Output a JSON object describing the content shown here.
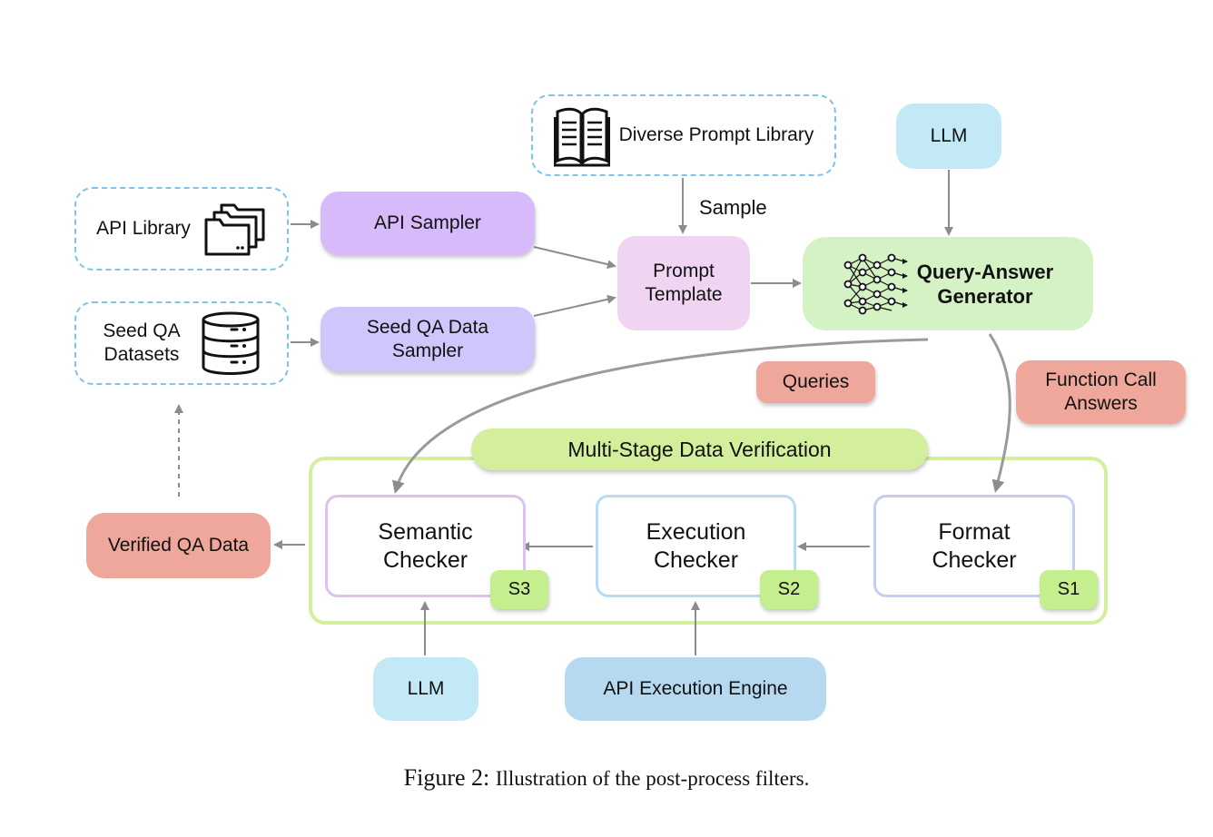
{
  "diagram": {
    "api_library": {
      "label": "API Library",
      "icon": "folders-icon"
    },
    "seed_qa_datasets": {
      "lines": [
        "Seed QA",
        "Datasets"
      ],
      "icon": "database-icon"
    },
    "api_sampler": {
      "label": "API Sampler"
    },
    "seed_qa_sampler": {
      "lines": [
        "Seed QA Data",
        "Sampler"
      ]
    },
    "prompt_library": {
      "label": "Diverse Prompt Library",
      "icon": "open-book-icon"
    },
    "sample_label": "Sample",
    "prompt_template": {
      "lines": [
        "Prompt",
        "Template"
      ]
    },
    "llm_top": {
      "label": "LLM"
    },
    "generator": {
      "lines": [
        "Query-Answer",
        "Generator"
      ],
      "icon": "neural-network-icon"
    },
    "queries": {
      "label": "Queries"
    },
    "function_call_answers": {
      "lines": [
        "Function Call",
        "Answers"
      ]
    },
    "verification": {
      "title": "Multi-Stage Data Verification",
      "semantic": {
        "lines": [
          "Semantic",
          "Checker"
        ],
        "badge": "S3"
      },
      "execution": {
        "lines": [
          "Execution",
          "Checker"
        ],
        "badge": "S2"
      },
      "format": {
        "lines": [
          "Format",
          "Checker"
        ],
        "badge": "S1"
      }
    },
    "verified_qa": {
      "label": "Verified QA Data"
    },
    "llm_bottom": {
      "label": "LLM"
    },
    "api_engine": {
      "label": "API Execution Engine"
    }
  },
  "caption": {
    "prefix": "Figure 2:",
    "text": "Illustration of the post-process filters."
  },
  "colors": {
    "dashed_border": "#7cc4ea",
    "purple_box": "#d7bafa",
    "lavender_box": "#d0c6fb",
    "pink_box": "#efd5f1",
    "green_box": "#d5f2c4",
    "light_blue_box": "#c2e9f5",
    "blue_box": "#b7d9ef",
    "salmon_box": "#f0a79b",
    "verification_border": "#d3ef9c",
    "badge_green": "#c5ee8f",
    "semantic_border": "#dcc1f1",
    "execution_border": "#b5dcf4",
    "format_border": "#c4cdf5",
    "arrow": "#8c8c8c"
  }
}
